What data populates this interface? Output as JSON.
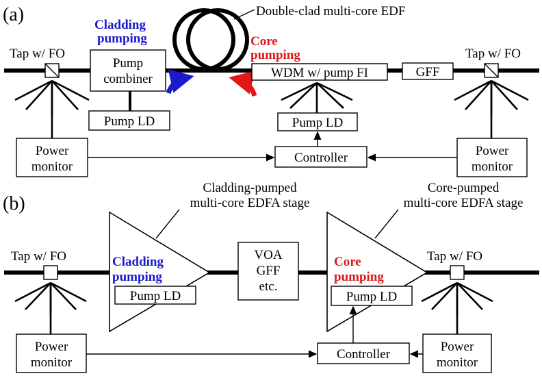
{
  "panel_a": {
    "label": "(a)",
    "tap_left": "Tap w/ FO",
    "tap_right": "Tap w/ FO",
    "cladding_pumping": [
      "Cladding",
      "pumping"
    ],
    "core_pumping": [
      "Core",
      "pumping"
    ],
    "edf_label": "Double-clad multi-core EDF",
    "pump_combiner": [
      "Pump",
      "combiner"
    ],
    "wdm": "WDM w/ pump FI",
    "gff": "GFF",
    "pump_ld_left": "Pump LD",
    "pump_ld_right": "Pump LD",
    "power_monitor_left": [
      "Power",
      "monitor"
    ],
    "power_monitor_right": [
      "Power",
      "monitor"
    ],
    "controller": "Controller"
  },
  "panel_b": {
    "label": "(b)",
    "tap_left": "Tap w/ FO",
    "tap_right": "Tap w/ FO",
    "stage1_label": [
      "Cladding-pumped",
      "multi-core EDFA stage"
    ],
    "stage2_label": [
      "Core-pumped",
      "multi-core EDFA stage"
    ],
    "cladding_pumping": [
      "Cladding",
      "pumping"
    ],
    "core_pumping": [
      "Core",
      "pumping"
    ],
    "pump_ld_left": "Pump LD",
    "pump_ld_right": "Pump LD",
    "mid_box": [
      "VOA",
      "GFF",
      "etc."
    ],
    "power_monitor_left": [
      "Power",
      "monitor"
    ],
    "power_monitor_right": [
      "Power",
      "monitor"
    ],
    "controller": "Controller"
  },
  "colors": {
    "cladding": "#1a1acc",
    "core": "#e01818"
  }
}
